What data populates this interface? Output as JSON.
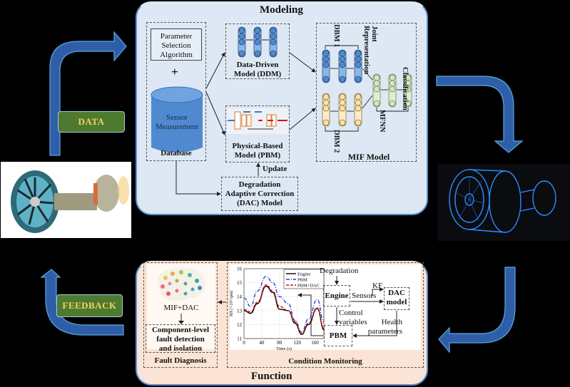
{
  "modeling": {
    "title": "Modeling",
    "param_box": [
      "Parameter",
      "Selection",
      "Algorithm"
    ],
    "plus": "+",
    "db_label": [
      "Sensor",
      "Measurement"
    ],
    "db_caption": "Database",
    "ddm_label": [
      "Data-Driven",
      "Model (DDM)"
    ],
    "pbm_label": [
      "Physical-Based",
      "Model (PBM)"
    ],
    "update_label": "Update",
    "dac_label": [
      "Degradation",
      "Adaptive Correction",
      "(DAC) Model"
    ],
    "mif": {
      "caption": "MIF Model",
      "dbm1": "DBM 1",
      "dbm2": "DBM 2",
      "joint": "Joint Representation",
      "classification": "Classification",
      "mfnn": "MFNN"
    }
  },
  "badges": {
    "data": "DATA",
    "feedback": "FEEDBACK"
  },
  "function": {
    "title": "Function",
    "fault_diagnosis": {
      "caption": "Fault Diagnosis",
      "method": "MIF+DAC",
      "result": [
        "Component-level",
        "fault detection",
        "and isolation"
      ]
    },
    "condition_monitoring": {
      "caption": "Condition Monitoring",
      "degradation": "Degradation",
      "engine": "Engine",
      "sensors": "Sensors",
      "kf": "KF",
      "dac": [
        "DAC",
        "model"
      ],
      "control": [
        "Control",
        "variables"
      ],
      "health": [
        "Health",
        "parameters"
      ],
      "pbm": "PBM"
    }
  },
  "colors": {
    "modeling_bg": "#dde8f4",
    "function_bg": "#fbe4d5",
    "arrow_blue": "#2f5ea8",
    "badge_green": "#4e7a30",
    "badge_text": "#f2d55c"
  },
  "chart_data": {
    "type": "line",
    "xlabel": "Time (s)",
    "ylabel": "NH (×10³ rpm)",
    "xlim": [
      0,
      180
    ],
    "ylim": [
      11,
      16
    ],
    "xticks": [
      0,
      40,
      80,
      120,
      160
    ],
    "yticks": [
      11,
      12,
      13,
      14,
      15,
      16
    ],
    "grid": true,
    "legend": "top-right",
    "x": [
      0,
      15,
      30,
      50,
      65,
      80,
      100,
      115,
      130,
      145,
      165,
      180
    ],
    "series": [
      {
        "name": "Engine",
        "color": "#000000",
        "style": "solid",
        "values": [
          13.0,
          12.8,
          13.5,
          14.75,
          14.3,
          13.1,
          13.0,
          12.1,
          11.3,
          12.0,
          13.15,
          11.7
        ]
      },
      {
        "name": "PBM",
        "color": "#1f3fe0",
        "style": "dashdot",
        "values": [
          13.9,
          13.3,
          14.4,
          15.45,
          15.0,
          14.0,
          13.5,
          12.3,
          11.45,
          12.4,
          13.8,
          12.2
        ]
      },
      {
        "name": "PBM+DAC",
        "color": "#e01010",
        "style": "dashed",
        "values": [
          13.1,
          12.9,
          13.6,
          14.85,
          14.4,
          13.3,
          13.0,
          12.2,
          11.35,
          12.1,
          13.2,
          11.6
        ]
      }
    ]
  }
}
